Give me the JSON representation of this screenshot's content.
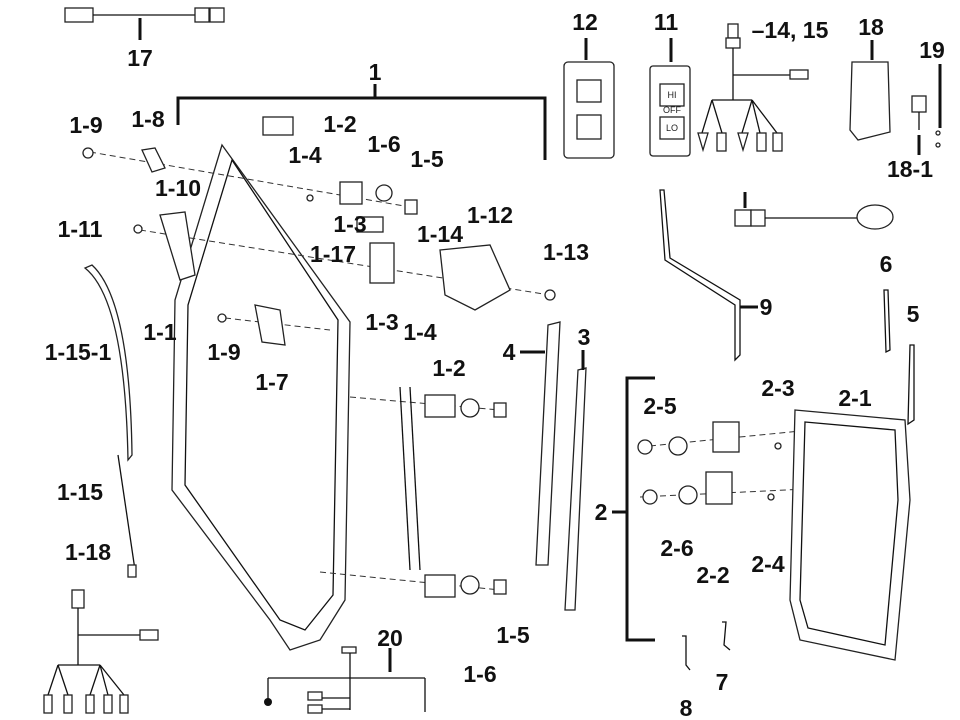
{
  "labels": {
    "p17": "17",
    "p1": "1",
    "p1_9a": "1-9",
    "p1_8": "1-8",
    "p1_2a": "1-2",
    "p1_4a": "1-4",
    "p1_6a": "1-6",
    "p1_5a": "1-5",
    "p1_10": "1-10",
    "p1_11": "1-11",
    "p1_3a": "1-3",
    "p1_12": "1-12",
    "p1_17": "1-17",
    "p1_14": "1-14",
    "p1_13": "1-13",
    "p1_15_1": "1-15-1",
    "p1_1": "1-1",
    "p1_9b": "1-9",
    "p1_7": "1-7",
    "p1_3b": "1-3",
    "p1_4b": "1-4",
    "p1_2b": "1-2",
    "p4": "4",
    "p3": "3",
    "p9": "9",
    "p6": "6",
    "p5": "5",
    "p1_15": "1-15",
    "p1_18": "1-18",
    "p2_5": "2-5",
    "p2_3": "2-3",
    "p2_1": "2-1",
    "p2": "2",
    "p2_6": "2-6",
    "p2_2": "2-2",
    "p2_4": "2-4",
    "p1_6b": "1-6",
    "p1_5b": "1-5",
    "p8": "8",
    "p7": "7",
    "p12": "12",
    "p11": "11",
    "p14_15": "–14, 15",
    "p18": "18",
    "p19": "19",
    "p18_1": "18-1",
    "p20": "20"
  },
  "switch": {
    "hi": "HI",
    "off": "OFF",
    "lo": "LO"
  }
}
